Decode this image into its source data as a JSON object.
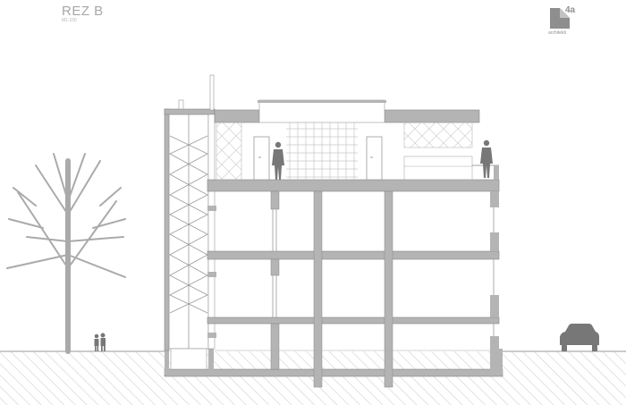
{
  "drawing": {
    "title": "REZ B",
    "scale": "M1:100"
  },
  "logo": {
    "number": "4a",
    "word": "architekti"
  },
  "colors": {
    "wall": "#b4b4b4",
    "wall_dark": "#8f8f8f",
    "line": "#8c8c8c",
    "ground_hatch": "#c8c8c8",
    "figure": "#777777",
    "tree": "#aaaaaa"
  },
  "icons": [
    "logo-mark-icon",
    "tree-icon",
    "pedestrians-icon",
    "person-figure-icon",
    "car-icon"
  ]
}
